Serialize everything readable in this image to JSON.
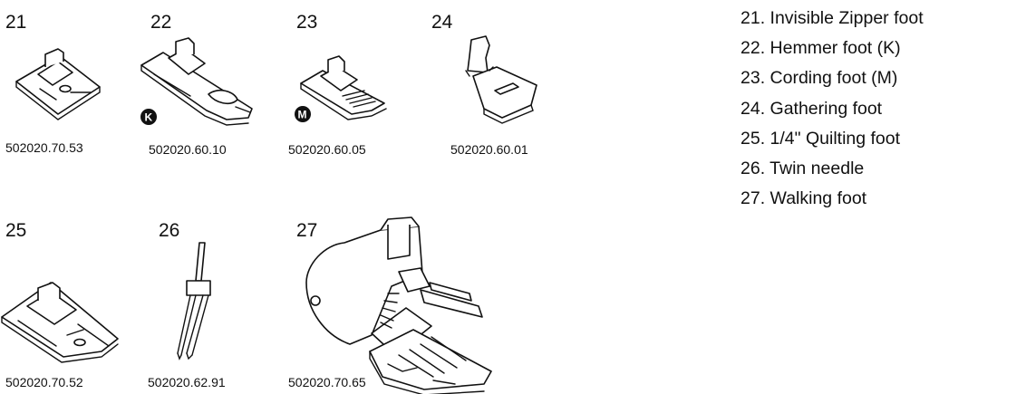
{
  "items": [
    {
      "number": "21",
      "code": "502020.70.53"
    },
    {
      "number": "22",
      "code": "502020.60.10",
      "badge": "K"
    },
    {
      "number": "23",
      "code": "502020.60.05",
      "badge": "M"
    },
    {
      "number": "24",
      "code": "502020.60.01"
    },
    {
      "number": "25",
      "code": "502020.70.52"
    },
    {
      "number": "26",
      "code": "502020.62.91"
    },
    {
      "number": "27",
      "code": "502020.70.65"
    }
  ],
  "legend": [
    "21. Invisible Zipper foot",
    "22. Hemmer foot (K)",
    "23. Cording foot (M)",
    "24. Gathering foot",
    "25. 1/4\" Quilting foot",
    "26. Twin needle",
    "27. Walking foot"
  ]
}
